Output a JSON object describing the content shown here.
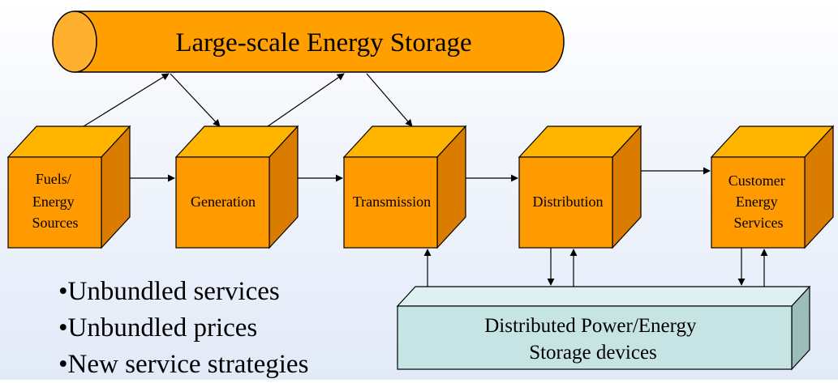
{
  "storage": {
    "label": "Large-scale Energy Storage"
  },
  "boxes": {
    "fuels": {
      "lines": [
        "Fuels/",
        "Energy",
        "Sources"
      ]
    },
    "generation": {
      "lines": [
        "Generation"
      ]
    },
    "transmission": {
      "lines": [
        "Transmission"
      ]
    },
    "distribution": {
      "lines": [
        "Distribution"
      ]
    },
    "customer": {
      "lines": [
        "Customer",
        "Energy",
        "Services"
      ]
    }
  },
  "distributed": {
    "lines": [
      "Distributed Power/Energy",
      "Storage devices"
    ]
  },
  "bullets": [
    "•Unbundled services",
    "•Unbundled prices",
    "•New service strategies"
  ],
  "colors": {
    "box_front": "#ff9a00",
    "box_top": "#ffb400",
    "box_side": "#d97c00",
    "cylinder": "#ff9f00",
    "cylinder_end": "#ffb02e",
    "distributed_front": "#c7e4e4",
    "distributed_top": "#dff0f0",
    "distributed_side": "#9dbdbd",
    "outline": "#000000",
    "arrow": "#000000"
  }
}
